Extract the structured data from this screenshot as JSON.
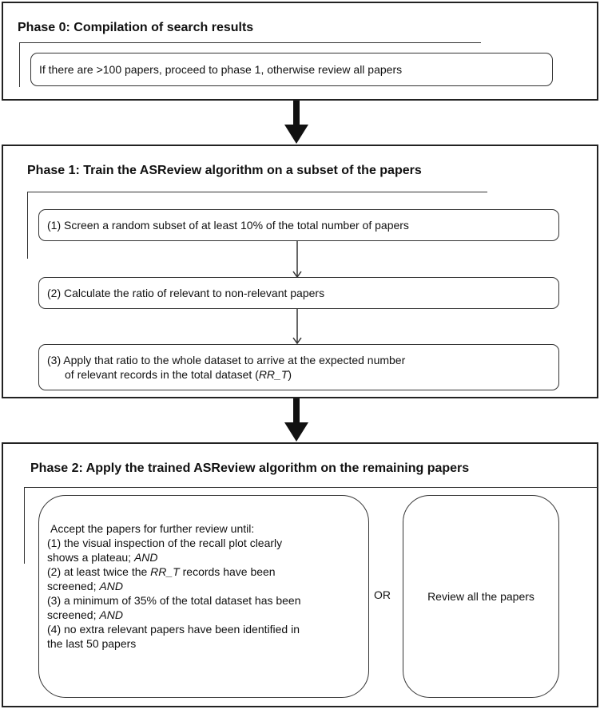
{
  "phase0": {
    "title": "Phase 0: Compilation of search results",
    "step": "If there are >100 papers, proceed to phase 1, otherwise review all papers"
  },
  "phase1": {
    "title": "Phase 1: Train the ASReview algorithm on a subset of the papers",
    "step1": "(1)  Screen a random subset of at least 10% of the total number of papers",
    "step2": "(2)  Calculate the ratio of relevant to non-relevant papers",
    "step3_line1": "(3)   Apply that ratio to the whole dataset to arrive at the expected number",
    "step3_line2_prefix": "of relevant records in the total dataset (",
    "step3_line2_italic": "RR_T",
    "step3_line2_suffix": ")"
  },
  "phase2": {
    "title": "Phase 2: Apply the trained ASReview algorithm on the remaining papers",
    "criteria": {
      "intro": "Accept the papers for further review until:",
      "c1_line1": "(1) the visual inspection of the recall plot clearly",
      "c1_line2_prefix": "shows a plateau; ",
      "c1_line2_italic": "AND",
      "c2_line1_prefix": "(2) at least twice the ",
      "c2_line1_italic": "RR_T",
      "c2_line1_suffix": " records have been",
      "c2_line2_prefix": "screened; ",
      "c2_line2_italic": "AND",
      "c3_line1": "(3) a minimum of 35% of the total dataset has been",
      "c3_line2_prefix": "screened; ",
      "c3_line2_italic": "AND",
      "c4_line1": "(4) no extra relevant papers have been identified in",
      "c4_line2": "the last 50 papers"
    },
    "or_label": "OR",
    "alternative": "Review all the papers"
  }
}
